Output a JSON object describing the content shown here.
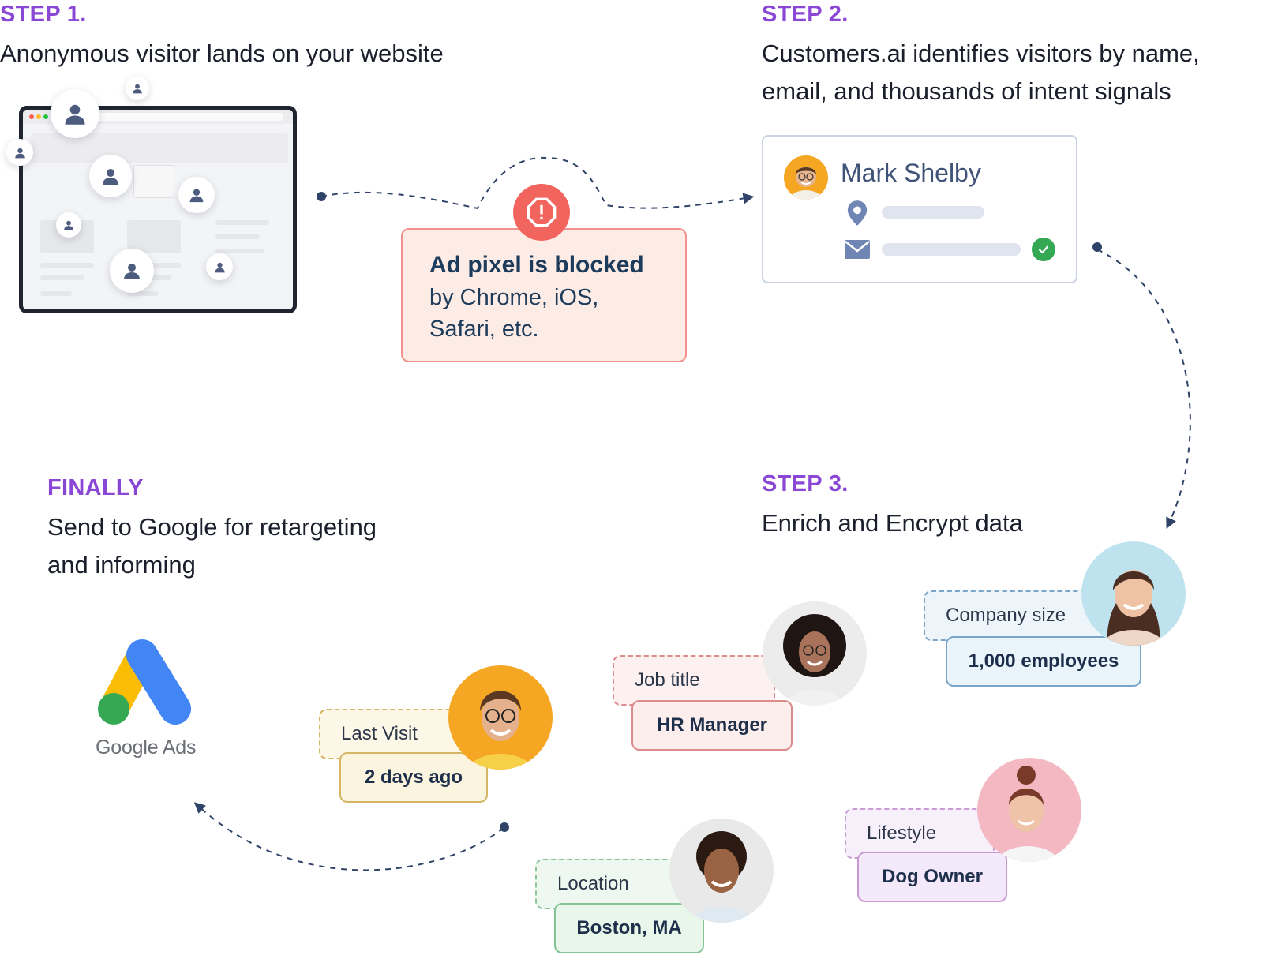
{
  "step1": {
    "label": "STEP 1.",
    "desc": "Anonymous visitor lands on your website"
  },
  "step2": {
    "label": "STEP 2.",
    "desc_line1": "Customers.ai identifies visitors by name,",
    "desc_line2": "email, and thousands of intent signals"
  },
  "step3": {
    "label": "STEP 3.",
    "desc": "Enrich and Encrypt data"
  },
  "finally": {
    "label": "FINALLY",
    "desc_line1": "Send to Google for retargeting",
    "desc_line2": "and informing"
  },
  "blocked": {
    "title": "Ad pixel is blocked",
    "body_line1": "by Chrome, iOS,",
    "body_line2": "Safari, etc."
  },
  "profile": {
    "name": "Mark Shelby"
  },
  "tags": [
    {
      "label": "Company size",
      "value": "1,000 employees"
    },
    {
      "label": "Job title",
      "value": "HR Manager"
    },
    {
      "label": "Last Visit",
      "value": "2 days ago"
    },
    {
      "label": "Lifestyle",
      "value": "Dog Owner"
    },
    {
      "label": "Location",
      "value": "Boston, MA"
    }
  ],
  "google_ads": {
    "logo_text": "Google Ads"
  },
  "colors": {
    "step_purple": "#8a47d6",
    "alert_red": "#f2645e",
    "google_blue": "#4285f4",
    "google_yellow": "#fbbc04",
    "google_green": "#34a853",
    "check_green": "#34a853"
  },
  "icons": [
    "user-icon",
    "alert-octagon-icon",
    "location-pin-icon",
    "email-icon",
    "check-icon",
    "google-ads-logo",
    "dashed-arrow"
  ]
}
